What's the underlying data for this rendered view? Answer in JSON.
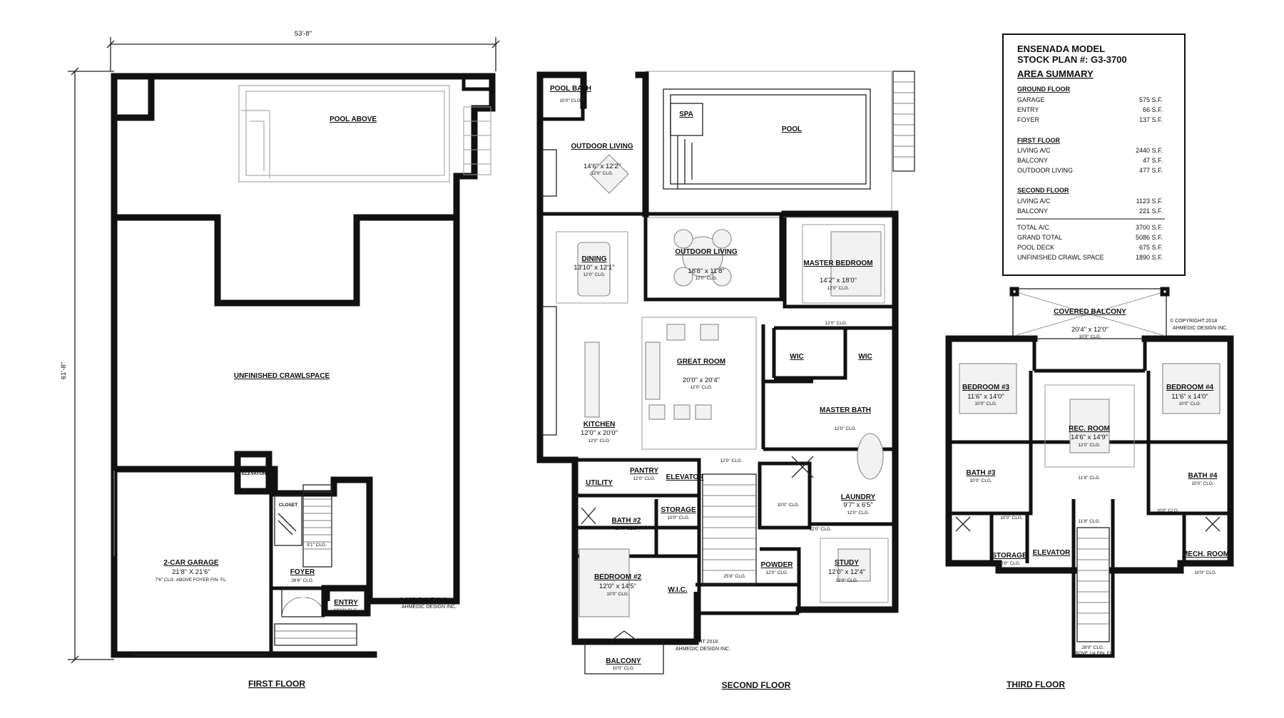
{
  "first_floor": {
    "title": "FIRST FLOOR",
    "width_dim": "53'-8\"",
    "depth_dim": "61'-8\"",
    "pool_above": "POOL ABOVE",
    "crawlspace": "UNFINISHED CRAWLSPACE",
    "elevator": "ELEVATOR",
    "closet": "CLOSET",
    "stair_clg": "9'1\" CLG.",
    "garage": {
      "name": "2-CAR GARAGE",
      "size": "21'8\" X 21'6\"",
      "clg": "7'6\" CLG. ABOVE FOYER FIN. FL."
    },
    "foyer": {
      "name": "FOYER",
      "clg": "26'6\" CLG."
    },
    "entry": {
      "name": "ENTRY",
      "clg": "19'11\" CLG."
    },
    "copyright": [
      "© COPYRIGHT 2018",
      "AHMEDIC DESIGN INC."
    ]
  },
  "second_floor": {
    "title": "SECOND FLOOR",
    "pool_bath": "POOL BATH",
    "pool_bath_clg": "10'0\" CLG.",
    "spa": "SPA",
    "pool": "POOL",
    "outdoor_living_1": {
      "name": "OUTDOOR LIVING",
      "size": "14'6\" x 12'2\"",
      "clg": "12'0\" CLG."
    },
    "outdoor_living_2": {
      "name": "OUTDOOR LIVING",
      "size": "18'8\" x 11'8\"",
      "clg": "12'0\" CLG."
    },
    "dining": {
      "name": "DINING",
      "size": "13'10\" x 12'1\"",
      "clg": "12'0\" CLG."
    },
    "master_bedroom": {
      "name": "MASTER BEDROOM",
      "size": "14'2\" x 18'0\"",
      "clg": "12'0\" CLG."
    },
    "great_room": {
      "name": "GREAT ROOM",
      "size": "20'0\" x 20'4\"",
      "clg": "12'0\" CLG."
    },
    "kitchen": {
      "name": "KITCHEN",
      "size": "12'0\" x 20'0\"",
      "clg": "12'0\" CLG."
    },
    "wic_1": "WIC",
    "wic_2": "WIC",
    "master_bath": {
      "name": "MASTER BATH",
      "clg": "12'0\" CLG."
    },
    "pantry": {
      "name": "PANTRY",
      "clg": "12'0\" CLG."
    },
    "utility": "UTILITY",
    "elevator": "ELEVATOR",
    "laundry": {
      "name": "LAUNDRY",
      "size": "9'7\" x 6'5\"",
      "clg": "12'0\" CLG."
    },
    "bath2": {
      "name": "BATH #2",
      "clg": "10'0\" CLG."
    },
    "storage": {
      "name": "STORAGE",
      "clg": "10'0\" CLG."
    },
    "study": {
      "name": "STUDY",
      "size": "12'0\" x 12'4\"",
      "clg": "12'0\" CLG."
    },
    "powder": {
      "name": "POWDER",
      "clg": "12'0\" CLG."
    },
    "bedroom2": {
      "name": "BEDROOM #2",
      "size": "12'0\" x 14'5\"",
      "clg": "10'0\" CLG."
    },
    "wic_bed2": "W.I.C.",
    "balcony": {
      "name": "BALCONY",
      "clg": "10'0\" CLG."
    },
    "clg_notes": [
      "12'0\" CLG.",
      "12'0\" CLG.",
      "10'0\" CLG.",
      "12'0\" CLG.",
      "25'8\" CLG."
    ],
    "copyright": [
      "© COPYRIGHT 2018",
      "AHMEDIC DESIGN INC."
    ]
  },
  "third_floor": {
    "title": "THIRD FLOOR",
    "covered_balcony": {
      "name": "COVERED BALCONY",
      "size": "20'4\" x 12'0\"",
      "clg": "10'0\" CLG."
    },
    "bedroom3": {
      "name": "BEDROOM #3",
      "size": "11'6\" x 14'0\"",
      "clg": "10'0\" CLG."
    },
    "bedroom4": {
      "name": "BEDROOM #4",
      "size": "11'6\" x 14'0\"",
      "clg": "10'0\" CLG."
    },
    "rec_room": {
      "name": "REC. ROOM",
      "size": "14'6\" x 14'9\"",
      "clg": "12'0\" CLG."
    },
    "bath3": {
      "name": "BATH #3",
      "clg": "10'0\" CLG."
    },
    "bath4": {
      "name": "BATH #4",
      "clg": "10'0\" CLG."
    },
    "storage": {
      "name": "STORAGE",
      "clg": "10'0\" CLG."
    },
    "elevator": "ELEVATOR",
    "mech_room": {
      "name": "MECH. ROOM",
      "clg": "10'0\" CLG."
    },
    "clg_notes": [
      "10'0\" CLG.",
      "11'8\" CLG.",
      "11'8\" CLG.",
      "10'0\" CLG."
    ],
    "stair_clg": [
      "28'0\" CLG.",
      "ABOVE 1st FIN. FL."
    ],
    "copyright": [
      "© COPYRIGHT 2018",
      "AHMEDIC DESIGN INC."
    ]
  },
  "summary": {
    "title1": "ENSENADA MODEL",
    "title2": "STOCK PLAN #: G3-3700",
    "heading": "AREA SUMMARY",
    "groups": [
      {
        "heading": "GROUND FLOOR",
        "rows": [
          [
            "GARAGE",
            "575 S.F."
          ],
          [
            "ENTRY",
            "66 S.F."
          ],
          [
            "FOYER",
            "137 S.F."
          ]
        ]
      },
      {
        "heading": "FIRST FLOOR",
        "rows": [
          [
            "LIVING A/C",
            "2440 S.F."
          ],
          [
            "BALCONY",
            "47 S.F."
          ],
          [
            "OUTDOOR LIVING",
            "477 S.F."
          ]
        ]
      },
      {
        "heading": "SECOND FLOOR",
        "rows": [
          [
            "LIVING A/C",
            "1123 S.F."
          ],
          [
            "BALCONY",
            "221 S.F."
          ]
        ]
      }
    ],
    "totals": [
      [
        "TOTAL A/C",
        "3700 S.F."
      ],
      [
        "GRAND TOTAL",
        "5086 S.F."
      ],
      [
        "POOL DECK",
        "675 S.F."
      ],
      [
        "UNFINISHED CRAWL SPACE",
        "1890 S.F."
      ]
    ]
  }
}
